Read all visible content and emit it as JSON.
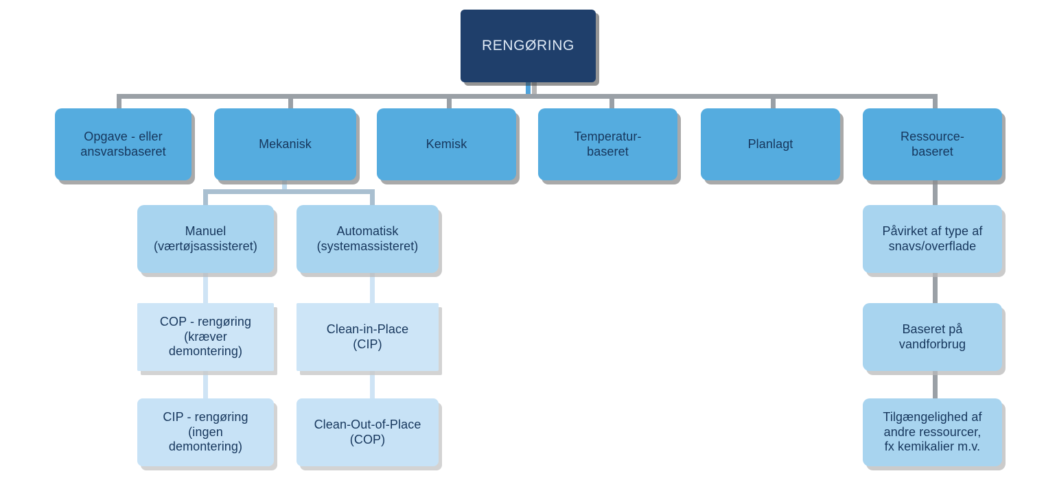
{
  "diagram": {
    "title": "RENGØRING",
    "type": "hierarchy-tree",
    "colors": {
      "root_bg": "#1f3f6b",
      "root_text": "#dfeaf6",
      "level2_bg": "#55acdf",
      "level3_bg": "#a8d4ef",
      "level4_bg": "#cde5f7",
      "level5_bg": "#c7e2f6",
      "node_text": "#16365c",
      "connector": "#9aa0a6",
      "connector_light": "#bcd9ee"
    },
    "root": {
      "label": "RENGØRING"
    },
    "level2": [
      {
        "label": "Opgave - eller\nansvarsbaseret"
      },
      {
        "label": "Mekanisk"
      },
      {
        "label": "Kemisk"
      },
      {
        "label": "Temperatur-\nbaseret"
      },
      {
        "label": "Planlagt"
      },
      {
        "label": "Ressource-\nbaseret"
      }
    ],
    "mekanisk_branch": {
      "level3": [
        {
          "label": "Manuel\n(værtøjsassisteret)"
        },
        {
          "label": "Automatisk\n(systemassisteret)"
        }
      ],
      "level4": [
        {
          "label": "COP - rengøring\n(kræver\ndemontering)"
        },
        {
          "label": "Clean-in-Place\n(CIP)"
        }
      ],
      "level5": [
        {
          "label": "CIP - rengøring\n(ingen\ndemontering)"
        },
        {
          "label": "Clean-Out-of-Place\n(COP)"
        }
      ]
    },
    "ressource_branch": {
      "items": [
        {
          "label": "Påvirket af type af\nsnavs/overflade"
        },
        {
          "label": "Baseret på\nvandforbrug"
        },
        {
          "label": "Tilgængelighed af\nandre ressourcer,\nfx kemikalier m.v."
        }
      ]
    }
  }
}
